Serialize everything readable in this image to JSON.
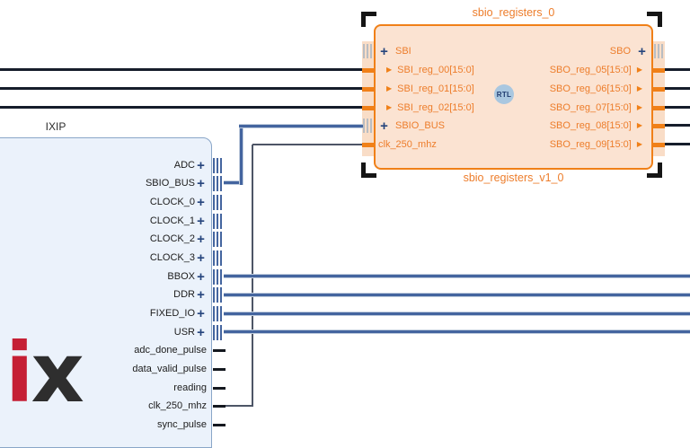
{
  "colors": {
    "sbio_fill": "#fbe3d2",
    "sbio_border": "#f08018",
    "sbio_text": "#ed7d2b",
    "ixip_fill": "#ebf2fb",
    "ixip_border": "#8aa6c8",
    "bus_wire": "#44659f",
    "net_wire": "#161d2b",
    "thin_wire": "#4d5566",
    "expander": "#26457d",
    "hatch": "#b9bdc2",
    "badge_fill": "#a9c7e0",
    "badge_text": "#1e3a6e",
    "pin_band": "#f9ddc7",
    "logo_i": "#c51f35",
    "logo_x": "#2e2e2e"
  },
  "blocks": {
    "sbio_registers": {
      "instance_label": "sbio_registers_0",
      "type_label": "sbio_registers_v1_0",
      "badge": "RTL",
      "selected": true,
      "left_ports": [
        {
          "name": "SBI",
          "kind": "interface",
          "icon": "plus-expander-icon"
        },
        {
          "name": "SBI_reg_00[15:0]",
          "kind": "input",
          "icon": "port-arrow-icon"
        },
        {
          "name": "SBI_reg_01[15:0]",
          "kind": "input",
          "icon": "port-arrow-icon"
        },
        {
          "name": "SBI_reg_02[15:0]",
          "kind": "input",
          "icon": "port-arrow-icon"
        },
        {
          "name": "SBIO_BUS",
          "kind": "interface",
          "icon": "plus-expander-icon"
        },
        {
          "name": "clk_250_mhz",
          "kind": "clock",
          "icon": "none"
        }
      ],
      "right_ports": [
        {
          "name": "SBO",
          "kind": "interface",
          "icon": "plus-expander-icon"
        },
        {
          "name": "SBO_reg_05[15:0]",
          "kind": "output",
          "icon": "port-arrow-icon"
        },
        {
          "name": "SBO_reg_06[15:0]",
          "kind": "output",
          "icon": "port-arrow-icon"
        },
        {
          "name": "SBO_reg_07[15:0]",
          "kind": "output",
          "icon": "port-arrow-icon"
        },
        {
          "name": "SBO_reg_08[15:0]",
          "kind": "output",
          "icon": "port-arrow-icon"
        },
        {
          "name": "SBO_reg_09[15:0]",
          "kind": "output",
          "icon": "port-arrow-icon"
        }
      ]
    },
    "ixip": {
      "instance_label": "IXIP",
      "logo": {
        "letter_i": "i",
        "letter_x": "x"
      },
      "ports": [
        {
          "name": "ADC",
          "kind": "interface",
          "icon": "plus-expander-icon"
        },
        {
          "name": "SBIO_BUS",
          "kind": "interface",
          "icon": "plus-expander-icon"
        },
        {
          "name": "CLOCK_0",
          "kind": "interface",
          "icon": "plus-expander-icon"
        },
        {
          "name": "CLOCK_1",
          "kind": "interface",
          "icon": "plus-expander-icon"
        },
        {
          "name": "CLOCK_2",
          "kind": "interface",
          "icon": "plus-expander-icon"
        },
        {
          "name": "CLOCK_3",
          "kind": "interface",
          "icon": "plus-expander-icon"
        },
        {
          "name": "BBOX",
          "kind": "interface",
          "icon": "plus-expander-icon"
        },
        {
          "name": "DDR",
          "kind": "interface",
          "icon": "plus-expander-icon"
        },
        {
          "name": "FIXED_IO",
          "kind": "interface",
          "icon": "plus-expander-icon"
        },
        {
          "name": "USR",
          "kind": "interface",
          "icon": "plus-expander-icon"
        },
        {
          "name": "adc_done_pulse",
          "kind": "output",
          "icon": "none"
        },
        {
          "name": "data_valid_pulse",
          "kind": "output",
          "icon": "none"
        },
        {
          "name": "reading",
          "kind": "output",
          "icon": "none"
        },
        {
          "name": "clk_250_mhz",
          "kind": "output",
          "icon": "none"
        },
        {
          "name": "sync_pulse",
          "kind": "output",
          "icon": "none"
        }
      ]
    }
  },
  "connections": [
    {
      "id": "SBI_reg_00_net",
      "type": "net",
      "endpoints": [
        "edge-left",
        "sbio_registers_0/SBI_reg_00"
      ]
    },
    {
      "id": "SBI_reg_01_net",
      "type": "net",
      "endpoints": [
        "edge-left",
        "sbio_registers_0/SBI_reg_01"
      ]
    },
    {
      "id": "SBI_reg_02_net",
      "type": "net",
      "endpoints": [
        "edge-left",
        "sbio_registers_0/SBI_reg_02"
      ]
    },
    {
      "id": "SBIO_BUS_bus",
      "type": "bus",
      "endpoints": [
        "IXIP/SBIO_BUS",
        "sbio_registers_0/SBIO_BUS"
      ]
    },
    {
      "id": "clk_250_mhz_net",
      "type": "thin",
      "endpoints": [
        "IXIP/clk_250_mhz",
        "sbio_registers_0/clk_250_mhz"
      ]
    },
    {
      "id": "BBOX_bus",
      "type": "bus",
      "endpoints": [
        "IXIP/BBOX",
        "edge-right"
      ]
    },
    {
      "id": "DDR_bus",
      "type": "bus",
      "endpoints": [
        "IXIP/DDR",
        "edge-right"
      ]
    },
    {
      "id": "FIXED_IO_bus",
      "type": "bus",
      "endpoints": [
        "IXIP/FIXED_IO",
        "edge-right"
      ]
    },
    {
      "id": "USR_bus",
      "type": "bus",
      "endpoints": [
        "IXIP/USR",
        "edge-right"
      ]
    },
    {
      "id": "SBO_reg_05_net",
      "type": "net",
      "endpoints": [
        "sbio_registers_0/SBO_reg_05",
        "edge-right"
      ]
    },
    {
      "id": "SBO_reg_06_net",
      "type": "net",
      "endpoints": [
        "sbio_registers_0/SBO_reg_06",
        "edge-right"
      ]
    },
    {
      "id": "SBO_reg_07_net",
      "type": "net",
      "endpoints": [
        "sbio_registers_0/SBO_reg_07",
        "edge-right"
      ]
    },
    {
      "id": "SBO_reg_08_net",
      "type": "net",
      "endpoints": [
        "sbio_registers_0/SBO_reg_08",
        "edge-right"
      ]
    },
    {
      "id": "SBO_reg_09_net",
      "type": "net",
      "endpoints": [
        "sbio_registers_0/SBO_reg_09",
        "edge-right"
      ]
    }
  ]
}
